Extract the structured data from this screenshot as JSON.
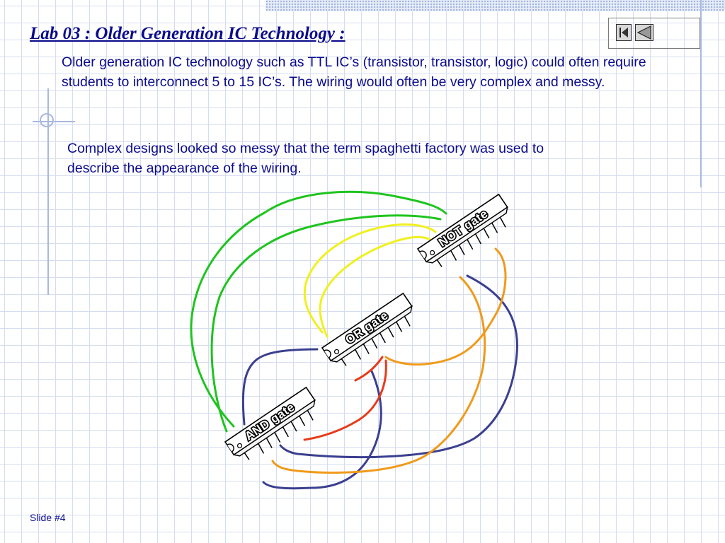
{
  "slide": {
    "title": "Lab 03 : Older Generation IC Technology :",
    "paragraph_1": "Older generation IC technology such as TTL IC’s (transistor, transistor, logic) could often require students to interconnect 5 to 15 IC’s. The wiring would often be very complex and messy.",
    "paragraph_2": "Complex designs looked so messy that the term spaghetti factory was used to describe the appearance of the wiring.",
    "footer": "Slide #4"
  },
  "navigation": {
    "first_icon": "skip-to-first-icon",
    "previous_icon": "previous-triangle-icon"
  },
  "chips": {
    "not": "NOT gate",
    "or": "OR gate",
    "and": "AND gate"
  },
  "colors": {
    "text": "#0b0b8c",
    "grid": "#d6ddf0",
    "wire_green": "#1ec41e",
    "wire_yellow": "#f0f020",
    "wire_navy": "#3b3f8f",
    "wire_orange": "#f09a1a",
    "wire_red": "#e83a18"
  }
}
